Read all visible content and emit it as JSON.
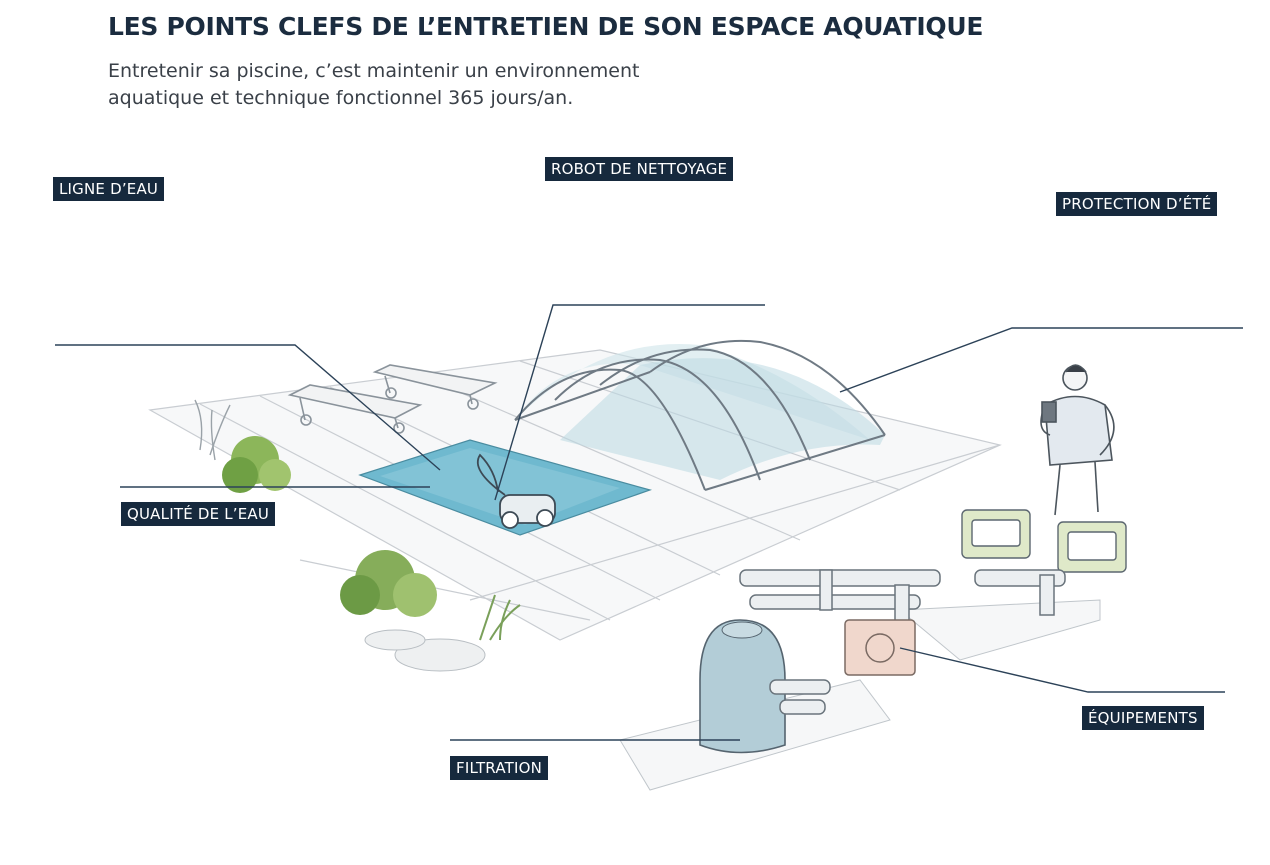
{
  "header": {
    "title": "LES POINTS CLEFS DE L’ENTRETIEN DE SON ESPACE AQUATIQUE",
    "subtitle_line1": "Entretenir sa piscine, c’est maintenir un environnement",
    "subtitle_line2": "aquatique et technique fonctionnel 365 jours/an."
  },
  "labels": {
    "ligne_eau": "LIGNE D’EAU",
    "robot": "ROBOT DE NETTOYAGE",
    "protection": "PROTECTION D’ÉTÉ",
    "qualite": "QUALITÉ DE L’EAU",
    "equipements": "ÉQUIPEMENTS",
    "filtration": "FILTRATION"
  },
  "colors": {
    "label_bg": "#16293d",
    "pool_water": "#6fb9cf",
    "shelter": "#cfe4ea",
    "leader_line": "#2c4258"
  }
}
